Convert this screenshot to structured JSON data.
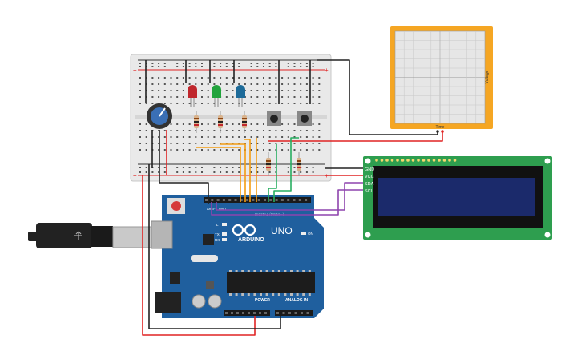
{
  "arduino": {
    "brand": "ARDUINO",
    "model": "UNO",
    "power_label": "POWER",
    "analog_label": "ANALOG IN",
    "digital_label": "DIGITAL (PWM ~)",
    "led_l": "L",
    "led_tx": "TX",
    "led_rx": "RX",
    "led_on": "ON",
    "aref": "AREF",
    "gnd": "GND"
  },
  "lcd": {
    "pins": [
      "GND",
      "VCC",
      "SDA",
      "SCL"
    ]
  },
  "oscilloscope": {
    "y_label": "Voltage",
    "x_label": "Time"
  },
  "breadboard": {
    "plus": "+",
    "minus": "-"
  },
  "colors": {
    "wire_red": "#e02424",
    "wire_black": "#222222",
    "wire_orange": "#f39c12",
    "wire_green": "#27ae60",
    "wire_purple": "#8e44ad",
    "arduino_blue": "#1f5f9e",
    "lcd_pcb": "#2e9e4f",
    "lcd_screen": "#1b2a6b",
    "scope_frame": "#f5a623"
  }
}
